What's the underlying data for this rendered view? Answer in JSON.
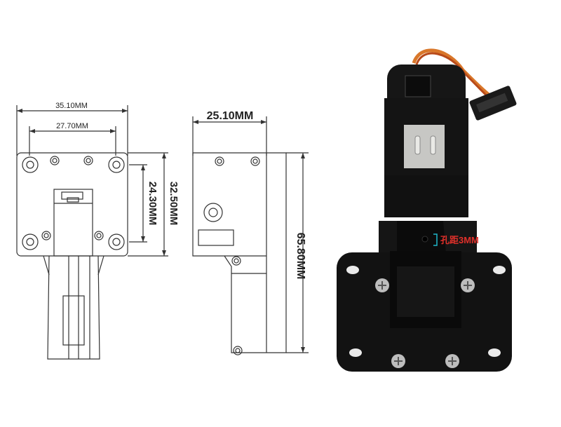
{
  "front_view": {
    "width_overall": "35.10MM",
    "width_holes": "27.70MM",
    "height_overall": "32.50MM",
    "height_holes": "24.30MM"
  },
  "side_view": {
    "depth": "25.10MM",
    "total_height": "65.80MM"
  },
  "photo": {
    "hole_label": "孔距3MM",
    "accent_color": "#e0302a"
  }
}
